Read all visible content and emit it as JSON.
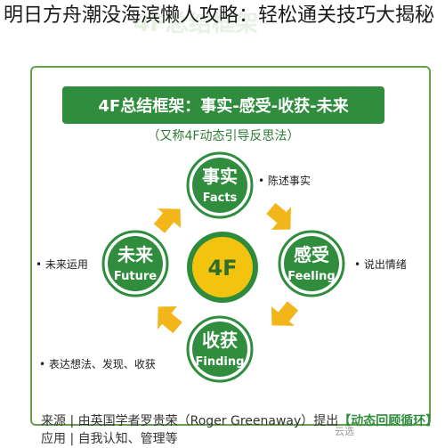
{
  "article_title": "明日方舟潮没海滨懒人攻略：轻松通关技巧大揭秘",
  "banner_ghost": "4F总结框架",
  "header": "4F总结框架：事实-感受-收获-未来",
  "subheader": "（又称4F动态引导反思法）",
  "center_label": "4F",
  "nodes": {
    "facts": {
      "cn": "事实",
      "en": "Facts",
      "note": "陈述事实"
    },
    "feeling": {
      "cn": "感受",
      "en": "Feeling",
      "note": "说出情绪"
    },
    "finding": {
      "cn": "收获",
      "en": "Finding",
      "note": "表达想法、发现、收获"
    },
    "future": {
      "cn": "未来",
      "en": "Future",
      "note": "未来运用"
    }
  },
  "footer": {
    "source_prefix": "来源 | 由英国学者罗贵荣（Roger Greenaway）提出",
    "source_highlight": "【动态回顾循环】",
    "application": "应用 | 自我认知、管理等"
  },
  "watermark": "云选",
  "colors": {
    "green_dark": "#2f8d3d",
    "green_light": "#7fbf4d",
    "center_gold": "#f2c40f",
    "arrow_gold": "#f2b61a"
  }
}
